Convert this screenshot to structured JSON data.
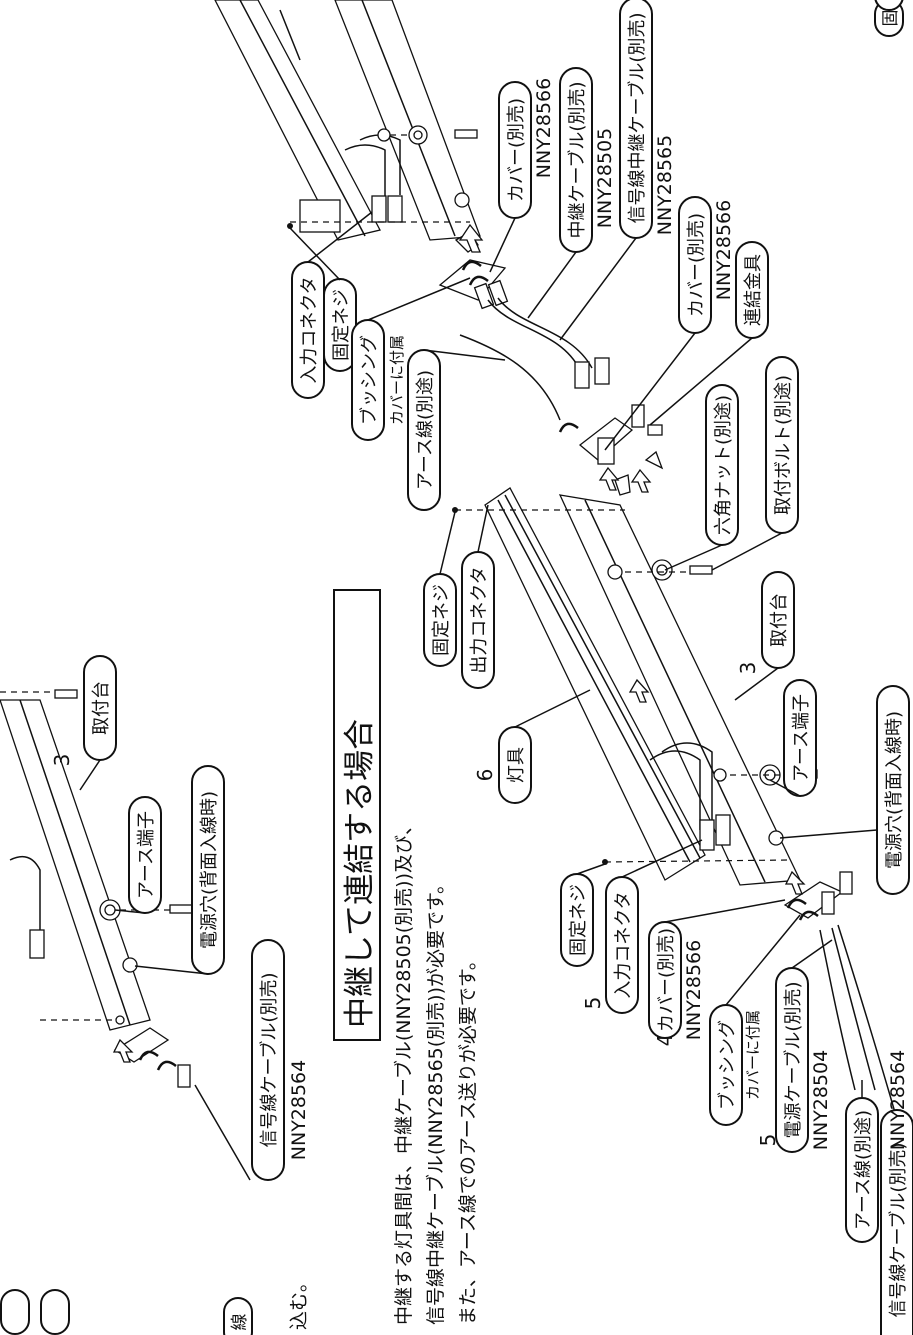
{
  "section": {
    "title": "中継して連結する場合",
    "line1": "中継する灯具間は、中継ケーブル(NNY28505(別売))及び、",
    "line2": "信号線中継ケーブル(NNY28565(別売))が必要です。",
    "line3": "また、アース線でのアース送りが必要です。",
    "left_fragment": "込む。"
  },
  "labels": {
    "kotei_neji": "固定ネジ",
    "nyuryoku_connector": "入力コネクタ",
    "shutsuryoku_connector": "出力コネクタ",
    "bushing": "ブッシング",
    "bushing_note": "カバーに付属",
    "earth_wire": "アース線(別途)",
    "cover": "カバー(別売)",
    "cover_code": "NNY28566",
    "relay_cable": "中継ケーブル(別売)",
    "relay_cable_code": "NNY28505",
    "signal_relay_cable": "信号線中継ケーブル(別売)",
    "signal_relay_code": "NNY28565",
    "renketsu_kanagu": "連結金具",
    "hex_nut": "六角ナット(別途)",
    "mount_bolt": "取付ボルト(別途)",
    "toritsukedai": "取付台",
    "earth_terminal": "アース端子",
    "power_hole": "電源穴(背面入線時)",
    "lamp": "灯具",
    "power_cable": "電源ケーブル(別売)",
    "power_cable_code": "NNY28504",
    "signal_cable": "信号線ケーブル(別売)",
    "signal_cable_code": "NNY28564",
    "num3": "3",
    "num4": "4",
    "num5": "5",
    "num6": "6",
    "edge_top": "固",
    "edge_left": "線"
  }
}
